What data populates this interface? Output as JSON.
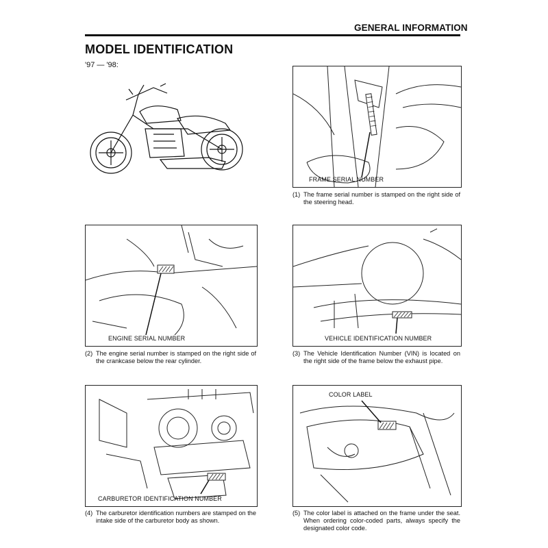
{
  "header": {
    "section": "GENERAL INFORMATION",
    "title": "MODEL IDENTIFICATION",
    "years": "'97 — '98:"
  },
  "panels": [
    {
      "label": "FRAME SERIAL NUMBER",
      "caption_number": "(1)",
      "caption": "The frame serial number is stamped on the right side of the steering head."
    },
    {
      "label": "ENGINE SERIAL NUMBER",
      "caption_number": "(2)",
      "caption": "The engine serial number is stamped on the right side of the crankcase below the rear cylinder."
    },
    {
      "label": "VEHICLE IDENTIFICATION NUMBER",
      "caption_number": "(3)",
      "caption": "The Vehicle Identification Number (VIN) is located on the right side of the frame below the exhaust pipe."
    },
    {
      "label": "CARBURETOR IDENTIFICATION NUMBER",
      "caption_number": "(4)",
      "caption": "The carburetor identification numbers are stamped on the intake side of the carburetor body as shown."
    },
    {
      "label": "COLOR LABEL",
      "caption_number": "(5)",
      "caption": "The color label is attached on the frame under the seat. When ordering color-coded parts, always specify the designated color code."
    }
  ]
}
